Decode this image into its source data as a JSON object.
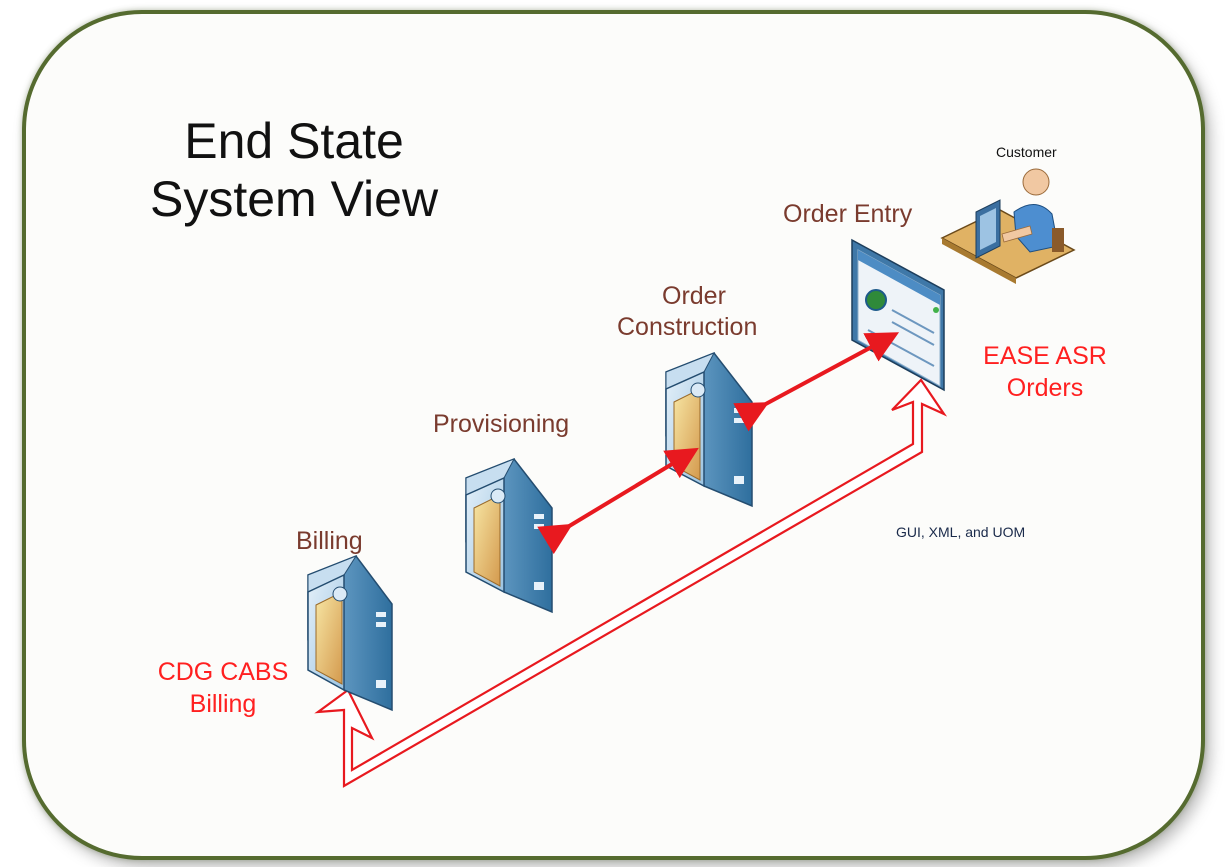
{
  "title": {
    "line1": "End State",
    "line2": "System View"
  },
  "nodes": {
    "order_entry": "Order Entry",
    "order_construction_1": "Order",
    "order_construction_2": "Construction",
    "provisioning": "Provisioning",
    "billing": "Billing",
    "customer": "Customer"
  },
  "annotations": {
    "ease_1": "EASE ASR",
    "ease_2": "Orders",
    "cdg_1": "CDG CABS",
    "cdg_2": "Billing",
    "gui": "GUI, XML, and UOM"
  },
  "colors": {
    "frame": "#556b2f",
    "arrow": "#e8191f",
    "text_brown": "#7a3b2e",
    "text_red": "#ff2020"
  }
}
